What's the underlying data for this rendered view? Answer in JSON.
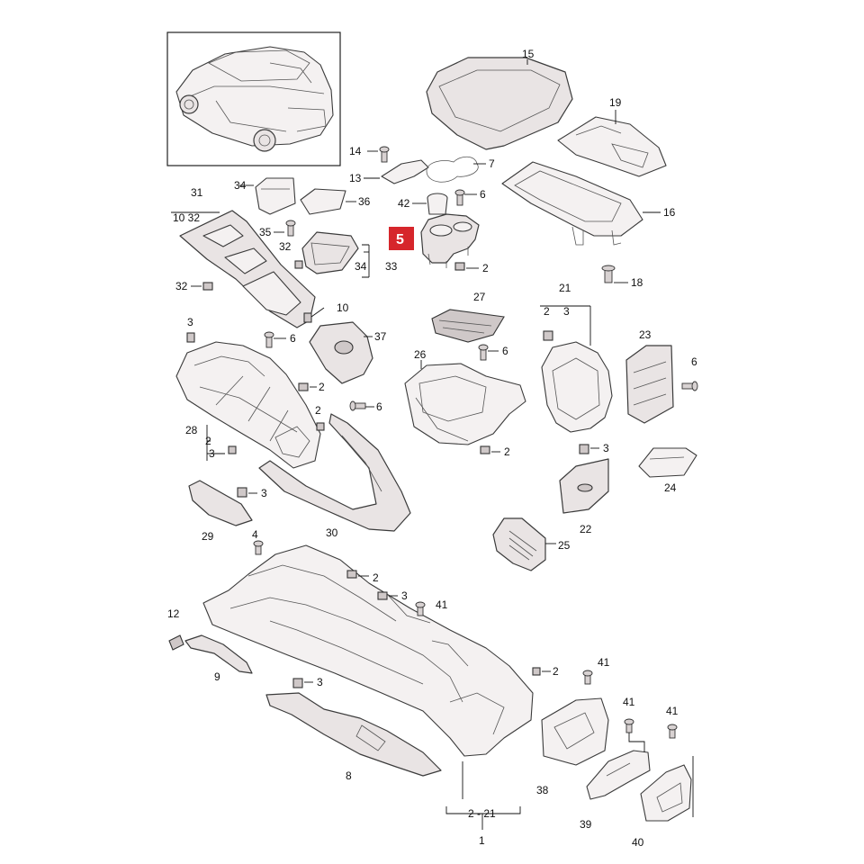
{
  "highlight": {
    "label": "5",
    "color": "#d6262b"
  },
  "labels": {
    "l15": "15",
    "l19": "19",
    "l14": "14",
    "l7": "7",
    "l13": "13",
    "l34a": "34",
    "l36": "36",
    "l42": "42",
    "l6a": "6",
    "l16": "16",
    "l31": "31",
    "l10_32": "10 32",
    "l35": "35",
    "l32a": "32",
    "l34_33": "34",
    "l33": "33",
    "l2a": "2",
    "l18": "18",
    "l32b": "32",
    "l10": "10",
    "l27": "27",
    "l21": "21",
    "l2b": "2",
    "l3a": "3",
    "l3b": "3",
    "l6b": "6",
    "l37": "37",
    "l26": "26",
    "l6c": "6",
    "l23": "23",
    "l6d": "6",
    "l2c": "2",
    "l6e": "6",
    "l2d": "2",
    "l28": "28",
    "l2e": "2",
    "l3c": "3",
    "l2f": "2",
    "l3d": "3",
    "l24": "24",
    "l3e": "3",
    "l22": "22",
    "l29": "29",
    "l30": "30",
    "l25": "25",
    "l4": "4",
    "l2g": "2",
    "l3f": "3",
    "l41a": "41",
    "l12": "12",
    "l9": "9",
    "l2h": "2",
    "l3g": "3",
    "l41b": "41",
    "l41c": "41",
    "l41d": "41",
    "l8": "8",
    "l38": "38",
    "l39": "39",
    "l2_21": "2 - 21",
    "l1": "1",
    "l40": "40"
  }
}
